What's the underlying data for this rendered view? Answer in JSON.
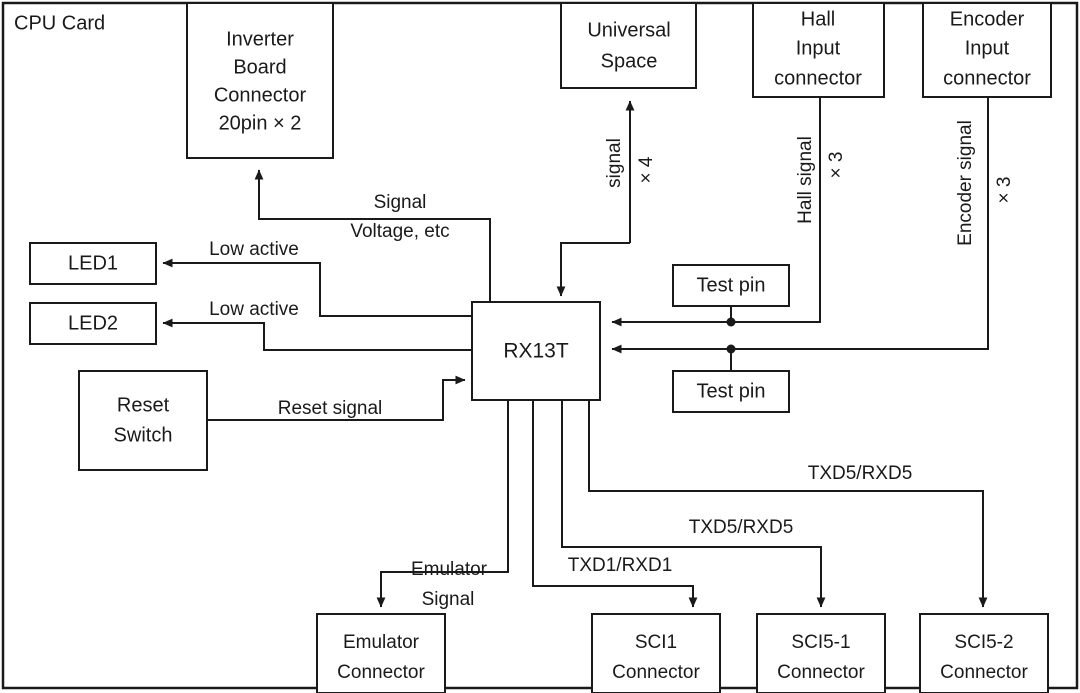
{
  "diagram": {
    "title": "CPU Card",
    "mcu": {
      "label": "RX13T"
    },
    "blocks": {
      "inverter": {
        "lines": [
          "Inverter",
          "Board",
          "Connector",
          "20pin × 2"
        ]
      },
      "universal": {
        "lines": [
          "Universal",
          "Space"
        ]
      },
      "hall": {
        "lines": [
          "Hall",
          "Input",
          "connector"
        ]
      },
      "encoder": {
        "lines": [
          "Encoder",
          "Input",
          "connector"
        ]
      },
      "led1": {
        "lines": [
          "LED1"
        ]
      },
      "led2": {
        "lines": [
          "LED2"
        ]
      },
      "reset_switch": {
        "lines": [
          "Reset",
          "Switch"
        ]
      },
      "test_pin_upper": {
        "lines": [
          "Test pin"
        ]
      },
      "test_pin_lower": {
        "lines": [
          "Test pin"
        ]
      },
      "emulator_connector": {
        "lines": [
          "Emulator",
          "Connector"
        ]
      },
      "sci1_connector": {
        "lines": [
          "SCI1",
          "Connector"
        ]
      },
      "sci5_1_connector": {
        "lines": [
          "SCI5-1",
          "Connector"
        ]
      },
      "sci5_2_connector": {
        "lines": [
          "SCI5-2",
          "Connector"
        ]
      }
    },
    "wire_labels": {
      "inverter_signal_line1": "Signal",
      "inverter_signal_line2": "Voltage, etc",
      "universal_signal_line1": "signal",
      "universal_signal_line2": "× 4",
      "hall_signal_line1": "Hall signal",
      "hall_signal_line2": "× 3",
      "encoder_signal_line1": "Encoder signal",
      "encoder_signal_line2": "× 3",
      "led1_signal": "Low active",
      "led2_signal": "Low active",
      "reset_signal": "Reset signal",
      "emulator_signal_line1": "Emulator",
      "emulator_signal_line2": "Signal",
      "sci1_signal": "TXD1/RXD1",
      "sci5_1_signal": "TXD5/RXD5",
      "sci5_2_signal": "TXD5/RXD5"
    },
    "colors": {
      "stroke": "#1a1a1a",
      "background": "#ffffff",
      "text": "#1a1a1a"
    }
  }
}
